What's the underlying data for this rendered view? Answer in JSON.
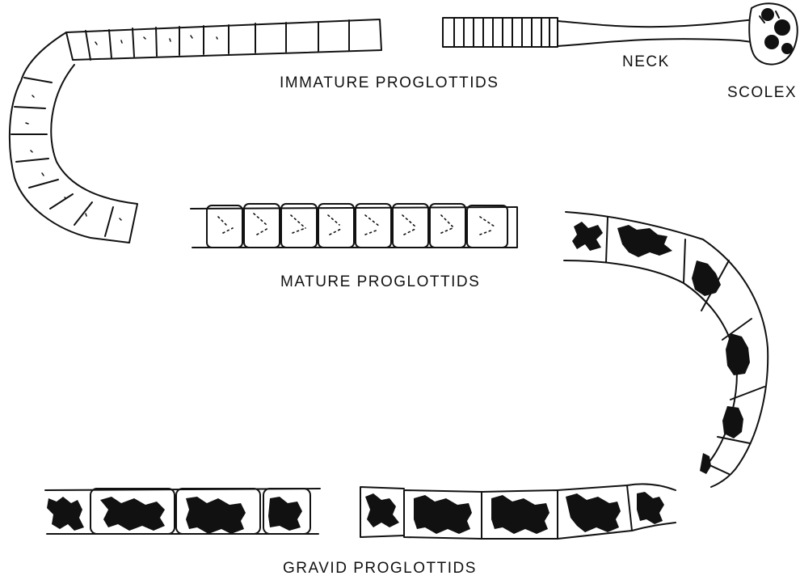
{
  "labels": {
    "immature": "IMMATURE PROGLOTTIDS",
    "neck": "NECK",
    "scolex": "SCOLEX",
    "mature": "MATURE PROGLOTTIDS",
    "gravid": "GRAVID PROGLOTTIDS"
  },
  "colors": {
    "ink": "#111111",
    "background": "#ffffff"
  }
}
